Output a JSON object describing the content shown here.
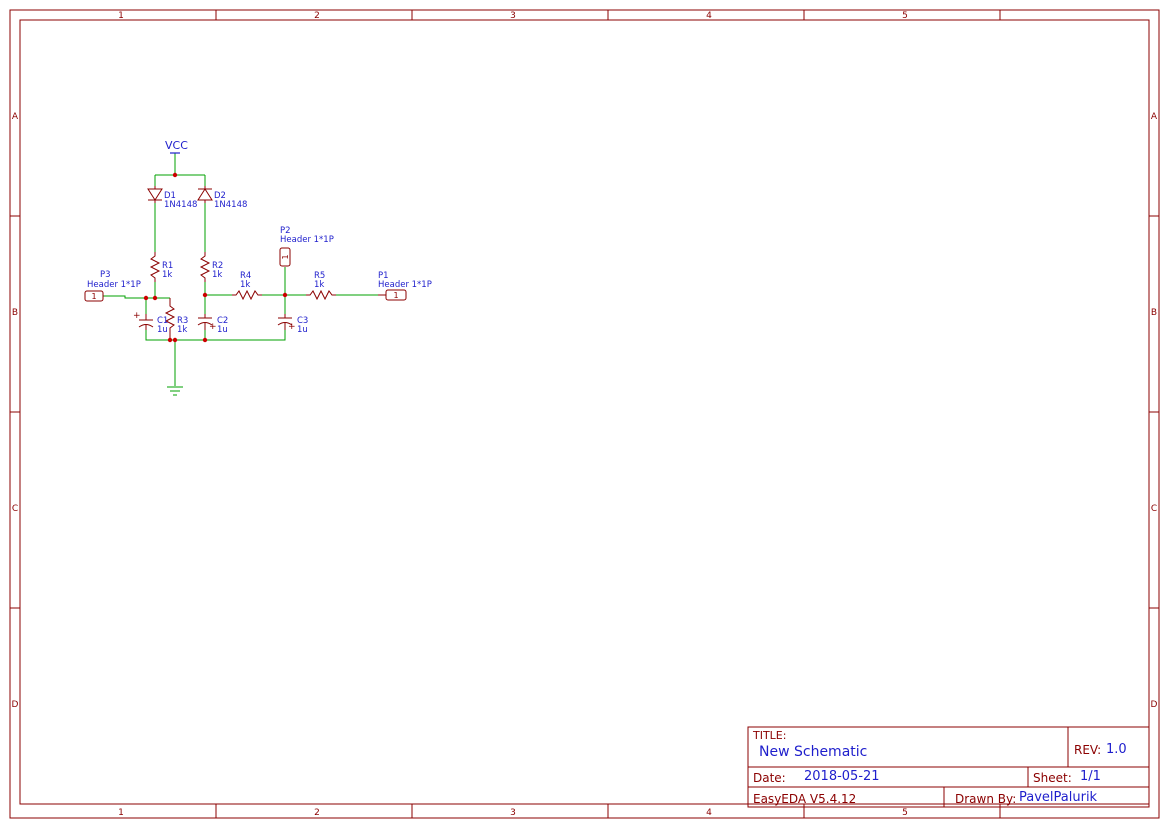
{
  "frame": {
    "columns": [
      "1",
      "2",
      "3",
      "4",
      "5"
    ],
    "rows": [
      "A",
      "B",
      "C",
      "D"
    ]
  },
  "colors": {
    "border": "#8b0000",
    "wire": "#00a000",
    "component": "#8b0000",
    "label": "#1e1ecc",
    "junction": "#cc0000"
  },
  "schematic": {
    "power": {
      "name": "VCC"
    },
    "components": {
      "D1": {
        "ref": "D1",
        "value": "1N4148"
      },
      "D2": {
        "ref": "D2",
        "value": "1N4148"
      },
      "R1": {
        "ref": "R1",
        "value": "1k"
      },
      "R2": {
        "ref": "R2",
        "value": "1k"
      },
      "R3": {
        "ref": "R3",
        "value": "1k"
      },
      "R4": {
        "ref": "R4",
        "value": "1k"
      },
      "R5": {
        "ref": "R5",
        "value": "1k"
      },
      "C1": {
        "ref": "C1",
        "value": "1u"
      },
      "C2": {
        "ref": "C2",
        "value": "1u"
      },
      "C3": {
        "ref": "C3",
        "value": "1u"
      },
      "P1": {
        "ref": "P1",
        "value": "Header 1*1P",
        "pin": "1"
      },
      "P2": {
        "ref": "P2",
        "value": "Header 1*1P",
        "pin": "1"
      },
      "P3": {
        "ref": "P3",
        "value": "Header 1*1P",
        "pin": "1"
      }
    },
    "cap_polarity": "+"
  },
  "title_block": {
    "title_label": "TITLE:",
    "title": "New Schematic",
    "rev_label": "REV:",
    "rev": "1.0",
    "date_label": "Date:",
    "date": "2018-05-21",
    "sheet_label": "Sheet:",
    "sheet": "1/1",
    "software": "EasyEDA V5.4.12",
    "drawn_by_label": "Drawn By:",
    "drawn_by": "PavelPalurik"
  }
}
